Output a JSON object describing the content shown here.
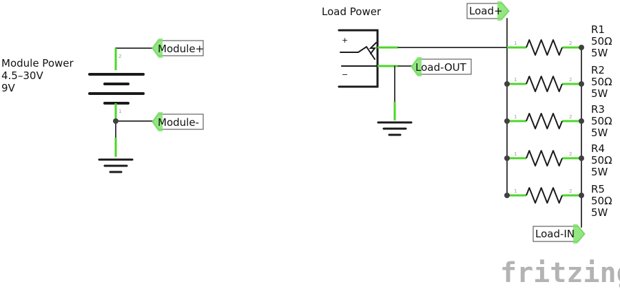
{
  "module_power": {
    "name": "Module Power",
    "range": "4.5–30V",
    "voltage": "9V",
    "pin_top": "2",
    "pin_bottom": "1"
  },
  "labels": {
    "module_plus": "Module+",
    "module_minus": "Module-",
    "load_out": "Load-OUT",
    "load_plus": "Load+",
    "load_in": "Load-IN"
  },
  "load_power": {
    "name": "Load Power",
    "plus_mark": "+",
    "minus_mark": "−"
  },
  "resistors": [
    {
      "name": "R1",
      "value": "50Ω",
      "power": "5W",
      "pin1": "1",
      "pin2": "2"
    },
    {
      "name": "R2",
      "value": "50Ω",
      "power": "5W",
      "pin1": "1",
      "pin2": "2"
    },
    {
      "name": "R3",
      "value": "50Ω",
      "power": "5W",
      "pin1": "1",
      "pin2": "2"
    },
    {
      "name": "R4",
      "value": "50Ω",
      "power": "5W",
      "pin1": "1",
      "pin2": "2"
    },
    {
      "name": "R5",
      "value": "50Ω",
      "power": "5W",
      "pin1": "1",
      "pin2": "2"
    }
  ],
  "watermark": "fritzing"
}
